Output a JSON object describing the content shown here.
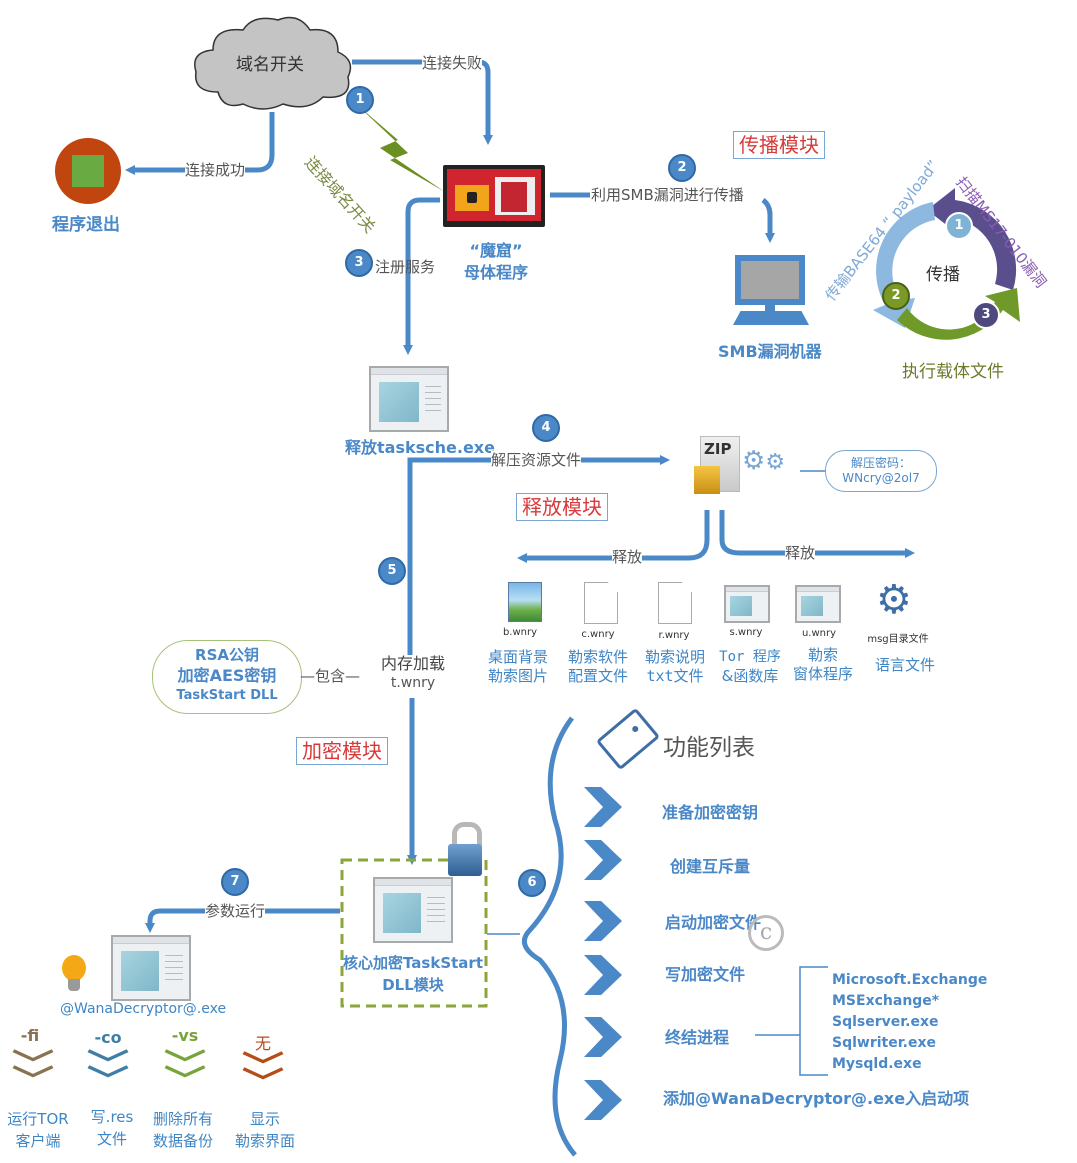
{
  "colors": {
    "line_blue": "#4a88c7",
    "module_red": "#d83a3a",
    "step_badge": "#4a88c7",
    "exit_circle": "#c0450f",
    "exit_square": "#6aaa42",
    "bolt_green": "#6a8f22",
    "cycle_purple": "#5a4f8c",
    "cycle_lightblue": "#8db8e0",
    "cycle_green": "#6f9a2a"
  },
  "top": {
    "cloud_label": "域名开关",
    "connect_fail": "连接失败",
    "connect_success": "连接成功",
    "exit_label": "程序退出",
    "bolt_label": "连接域名开关",
    "mother_title_line1": "“魔窟”",
    "mother_title_line2": "母体程序",
    "register_service": "注册服务",
    "smb_spread": "利用SMB漏洞进行传播"
  },
  "steps": [
    "1",
    "2",
    "3",
    "4",
    "5",
    "6",
    "7"
  ],
  "modules": {
    "spread": "传播模块",
    "release": "释放模块",
    "encrypt": "加密模块"
  },
  "spread": {
    "machine_label": "SMB漏洞机器",
    "cycle_center": "传播",
    "cycle_step1": "扫描MS17-010漏洞",
    "cycle_step2": "传输BASE64 “ payload”",
    "cycle_step3": "执行载体文件",
    "cycle_numbers": [
      "1",
      "2",
      "3"
    ]
  },
  "release": {
    "tasksche_label": "释放tasksche.exe",
    "unzip_label": "解压资源文件",
    "password_label": "解压密码：",
    "password_value": "WNcry@2ol7",
    "release_left": "释放",
    "release_right": "释放",
    "zip_icon_text": "ZIP",
    "files": [
      {
        "name": "b.wnry",
        "desc1": "桌面背景",
        "desc2": "勒索图片"
      },
      {
        "name": "c.wnry",
        "desc1": "勒索软件",
        "desc2": "配置文件"
      },
      {
        "name": "r.wnry",
        "desc1": "勒索说明",
        "desc2": "txt文件"
      },
      {
        "name": "s.wnry",
        "desc1": "Tor 程序",
        "desc2": "&函数库"
      },
      {
        "name": "u.wnry",
        "desc1": "勒索",
        "desc2": "窗体程序"
      },
      {
        "name": "msg目录文件",
        "desc1": "语言文件",
        "desc2": ""
      }
    ]
  },
  "encrypt": {
    "key_bubble_line1": "RSA公钥",
    "key_bubble_line2": "加密AES密钥",
    "key_bubble_line3": "TaskStart DLL",
    "contains": "—包含—",
    "memory_load_line1": "内存加载",
    "memory_load_line2": "t.wnry",
    "core_line1": "核心加密TaskStart",
    "core_line2": "DLL模块",
    "param_run": "参数运行",
    "decryptor_label": "@WanaDecryptor@.exe"
  },
  "functions": {
    "title": "功能列表",
    "items": [
      "准备加密密钥",
      "创建互斥量",
      "启动加密文件",
      "写加密文件",
      "终结进程",
      "添加@WanaDecryptor@.exe入启动项"
    ],
    "killed_processes": [
      "Microsoft.Exchange",
      "MSExchange*",
      "Sqlserver.exe",
      "Sqlwriter.exe",
      "Mysqld.exe"
    ]
  },
  "params": [
    {
      "flag": "-fi",
      "desc1": "运行TOR",
      "desc2": "客户端",
      "color": "#8a7350"
    },
    {
      "flag": "-co",
      "desc1": "写.res",
      "desc2": "文件",
      "color": "#3e7ea4"
    },
    {
      "flag": "-vs",
      "desc1": "删除所有",
      "desc2": "数据备份",
      "color": "#79a33b"
    },
    {
      "flag": "无",
      "desc1": "显示",
      "desc2": "勒索界面",
      "color": "#b44d1a"
    }
  ]
}
